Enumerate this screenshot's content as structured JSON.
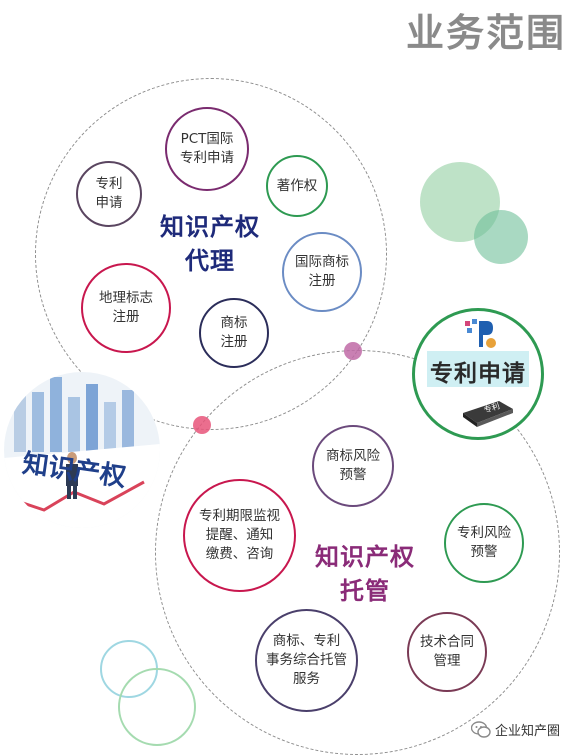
{
  "title": "业务范围",
  "agency": {
    "label_line1": "知识产权",
    "label_line2": "代理",
    "items": [
      {
        "line1": "PCT国际",
        "line2": "专利申请"
      },
      {
        "line1": "专利",
        "line2": "申请"
      },
      {
        "line1": "著作权",
        "line2": ""
      },
      {
        "line1": "国际商标",
        "line2": "注册"
      },
      {
        "line1": "地理标志",
        "line2": "注册"
      },
      {
        "line1": "商标",
        "line2": "注册"
      }
    ]
  },
  "custody": {
    "label_line1": "知识产权",
    "label_line2": "托管",
    "items": [
      {
        "line1": "商标风险",
        "line2": "预警",
        "line3": ""
      },
      {
        "line1": "专利期限监视",
        "line2": "提醒、通知",
        "line3": "缴费、咨询"
      },
      {
        "line1": "专利风险",
        "line2": "预警",
        "line3": ""
      },
      {
        "line1": "商标、专利",
        "line2": "事务综合托管",
        "line3": "服务"
      },
      {
        "line1": "技术合同",
        "line2": "管理",
        "line3": ""
      }
    ]
  },
  "image_text": {
    "photo_caption": "知识产权",
    "badge_title": "专利申请",
    "book_label": "专利"
  },
  "footer": {
    "brand": "企业知产圈",
    "icon": "wechat-icon"
  }
}
